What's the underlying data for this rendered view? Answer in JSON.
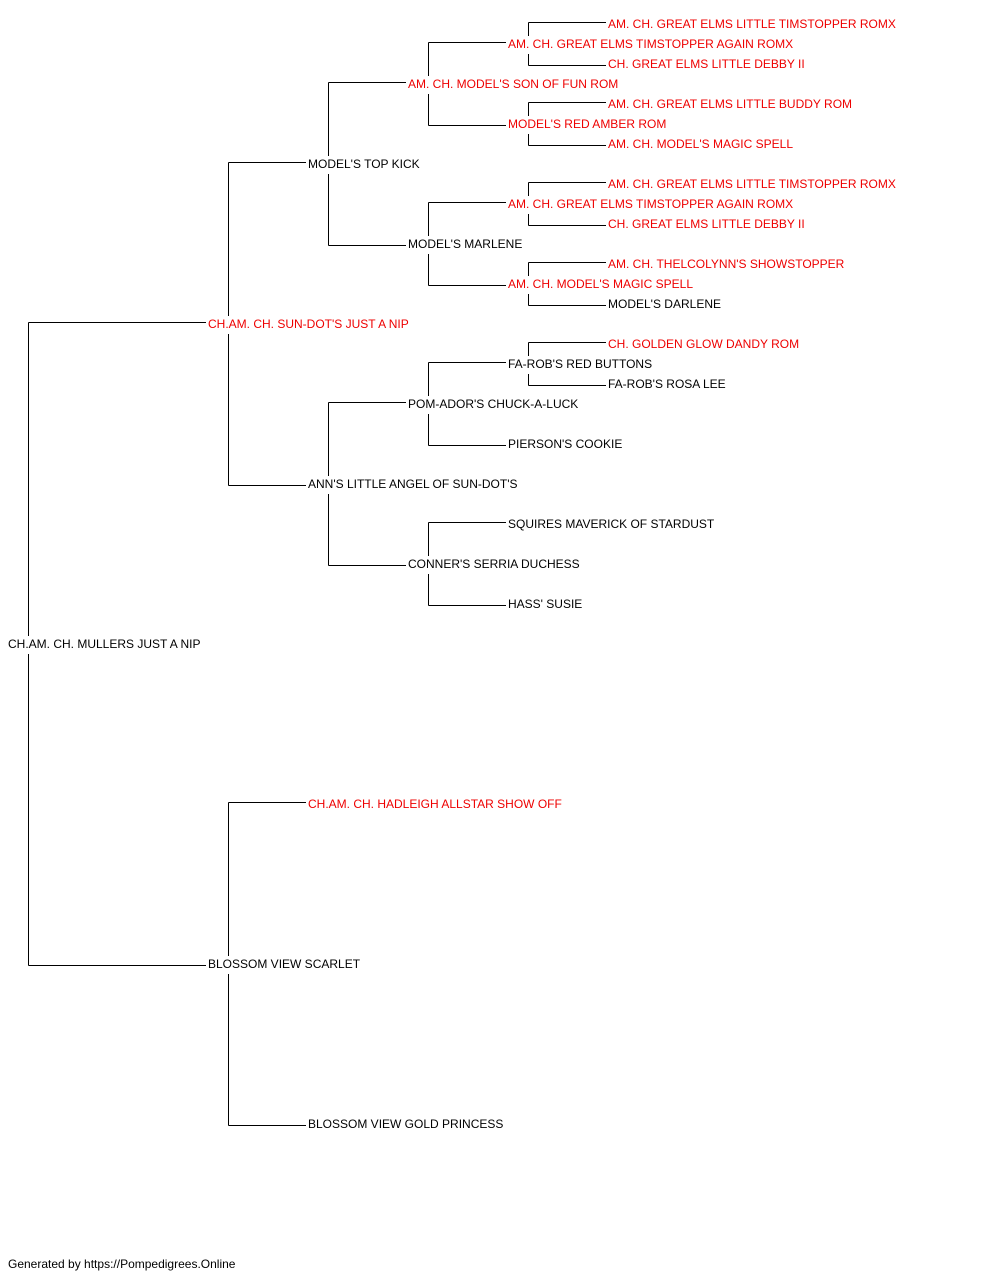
{
  "colors": {
    "champion": "#ee0000",
    "normal": "#000000",
    "lines": "#000000"
  },
  "pedigree": {
    "subject": {
      "name": "CH.AM. CH. MULLERS JUST A NIP",
      "champion": false
    },
    "sire": {
      "name": "CH.AM. CH. SUN-DOT'S JUST A NIP",
      "champion": true
    },
    "dam": {
      "name": "BLOSSOM VIEW SCARLET",
      "champion": false
    },
    "sire_sire": {
      "name": "MODEL'S TOP KICK",
      "champion": false
    },
    "sire_dam": {
      "name": "ANN'S LITTLE ANGEL OF SUN-DOT'S",
      "champion": false
    },
    "dam_sire": {
      "name": "CH.AM. CH. HADLEIGH ALLSTAR SHOW OFF",
      "champion": true
    },
    "dam_dam": {
      "name": "BLOSSOM VIEW GOLD PRINCESS",
      "champion": false
    },
    "ss_sire": {
      "name": "AM. CH. MODEL'S SON OF FUN ROM",
      "champion": true
    },
    "ss_dam": {
      "name": "MODEL'S MARLENE",
      "champion": false
    },
    "sd_sire": {
      "name": "POM-ADOR'S CHUCK-A-LUCK",
      "champion": false
    },
    "sd_dam": {
      "name": "CONNER'S SERRIA DUCHESS",
      "champion": false
    },
    "g4_1": {
      "name": "AM. CH. GREAT ELMS TIMSTOPPER AGAIN ROMX",
      "champion": true
    },
    "g4_2": {
      "name": "MODEL'S RED AMBER ROM",
      "champion": true
    },
    "g4_3": {
      "name": "AM. CH. GREAT ELMS TIMSTOPPER AGAIN ROMX",
      "champion": true
    },
    "g4_4": {
      "name": "AM. CH. MODEL'S MAGIC SPELL",
      "champion": true
    },
    "g4_5": {
      "name": "FA-ROB'S RED BUTTONS",
      "champion": false
    },
    "g4_6": {
      "name": "PIERSON'S COOKIE",
      "champion": false
    },
    "g4_7": {
      "name": "SQUIRES MAVERICK OF STARDUST",
      "champion": false
    },
    "g4_8": {
      "name": "HASS' SUSIE",
      "champion": false
    },
    "g5_1": {
      "name": "AM. CH. GREAT ELMS LITTLE TIMSTOPPER ROMX",
      "champion": true
    },
    "g5_2": {
      "name": "CH. GREAT ELMS LITTLE DEBBY II",
      "champion": true
    },
    "g5_3": {
      "name": "AM. CH. GREAT ELMS LITTLE BUDDY ROM",
      "champion": true
    },
    "g5_4": {
      "name": "AM. CH. MODEL'S MAGIC SPELL",
      "champion": true
    },
    "g5_5": {
      "name": "AM. CH. GREAT ELMS LITTLE TIMSTOPPER ROMX",
      "champion": true
    },
    "g5_6": {
      "name": "CH. GREAT ELMS LITTLE DEBBY II",
      "champion": true
    },
    "g5_7": {
      "name": "AM. CH. THELCOLYNN'S SHOWSTOPPER",
      "champion": true
    },
    "g5_8": {
      "name": "MODEL'S DARLENE",
      "champion": false
    },
    "g5_9": {
      "name": "CH. GOLDEN GLOW DANDY ROM",
      "champion": true
    },
    "g5_10": {
      "name": "FA-ROB'S ROSA LEE",
      "champion": false
    }
  },
  "footer": "Generated by https://Pompedigrees.Online"
}
